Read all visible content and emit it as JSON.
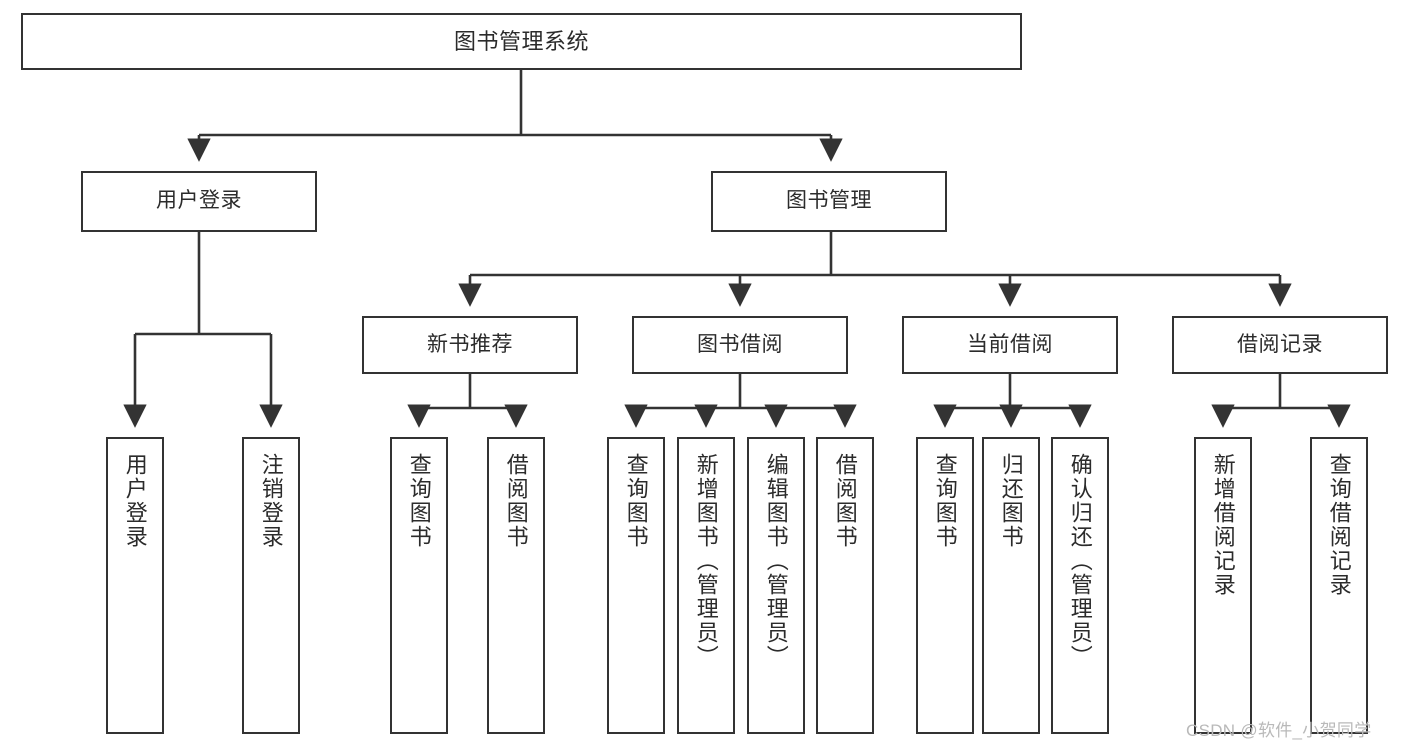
{
  "diagram": {
    "type": "tree",
    "title": "图书管理系统",
    "root": {
      "label": "图书管理系统"
    },
    "level2": [
      {
        "label": "用户登录"
      },
      {
        "label": "图书管理"
      }
    ],
    "level3": [
      {
        "label": "新书推荐"
      },
      {
        "label": "图书借阅"
      },
      {
        "label": "当前借阅"
      },
      {
        "label": "借阅记录"
      }
    ],
    "leaves": {
      "user_login": [
        {
          "label": "用户登录"
        },
        {
          "label": "注销登录"
        }
      ],
      "new_book_recommend": [
        {
          "label": "查询图书"
        },
        {
          "label": "借阅图书"
        }
      ],
      "book_borrow": [
        {
          "label": "查询图书"
        },
        {
          "label": "新增图书（管理员）"
        },
        {
          "label": "编辑图书（管理员）"
        },
        {
          "label": "借阅图书"
        }
      ],
      "current_borrow": [
        {
          "label": "查询图书"
        },
        {
          "label": "归还图书"
        },
        {
          "label": "确认归还（管理员）"
        }
      ],
      "borrow_record": [
        {
          "label": "新增借阅记录"
        },
        {
          "label": "查询借阅记录"
        }
      ]
    }
  },
  "watermark": {
    "text": "CSDN @软件_小贺同学"
  },
  "colors": {
    "node_border": "#333333",
    "node_fill": "#ffffff",
    "text": "#2b2b2b",
    "connector": "#333333",
    "watermark": "#b9b9b9"
  }
}
